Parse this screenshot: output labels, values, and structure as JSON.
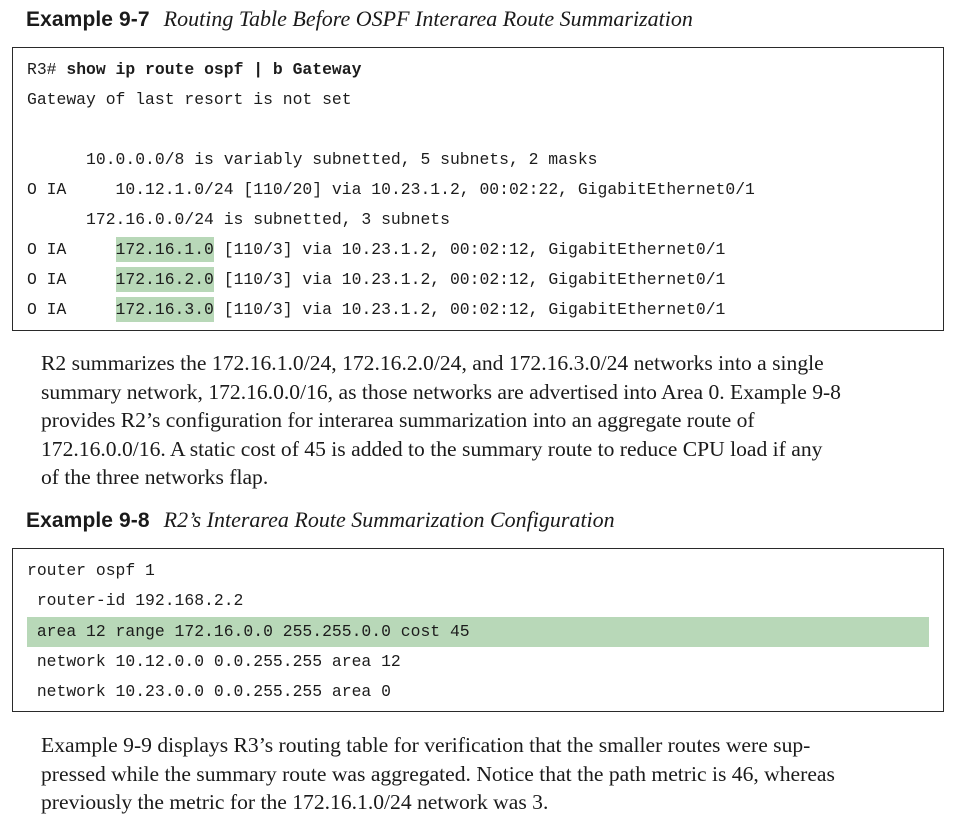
{
  "example_9_7": {
    "label": "Example 9-7",
    "caption": "Routing Table Before OSPF Interarea Route Summarization",
    "lines": {
      "prompt": "R3# ",
      "command": "show ip route ospf | b Gateway",
      "l1": "Gateway of last resort is not set",
      "l2": "",
      "l3": "      10.0.0.0/8 is variably subnetted, 5 subnets, 2 masks",
      "l4_prefix": "O IA     ",
      "l4_rest": "10.12.1.0/24 [110/20] via 10.23.1.2, 00:02:22, GigabitEthernet0/1",
      "l5": "      172.16.0.0/24 is subnetted, 3 subnets",
      "l6_prefix": "O IA     ",
      "l6_net": "172.16.1.0",
      "l6_rest": " [110/3] via 10.23.1.2, 00:02:12, GigabitEthernet0/1",
      "l7_prefix": "O IA     ",
      "l7_net": "172.16.2.0",
      "l7_rest": " [110/3] via 10.23.1.2, 00:02:12, GigabitEthernet0/1",
      "l8_prefix": "O IA     ",
      "l8_net": "172.16.3.0",
      "l8_rest": " [110/3] via 10.23.1.2, 00:02:12, GigabitEthernet0/1"
    }
  },
  "paragraph_1": {
    "line1": "R2 summarizes the 172.16.1.0/24, 172.16.2.0/24, and 172.16.3.0/24 networks into a single",
    "line2": "summary network, 172.16.0.0/16, as those networks are advertised into Area 0. Example 9-8",
    "line3": "provides R2’s configuration for interarea summarization into an aggregate route of",
    "line4": "172.16.0.0/16. A static cost of 45 is added to the summary route to reduce CPU load if any",
    "line5": "of the three networks flap."
  },
  "example_9_8": {
    "label": "Example 9-8",
    "caption": "R2’s Interarea Route Summarization Configuration",
    "lines": {
      "l1": "router ospf 1",
      "l2": " router-id 192.168.2.2",
      "l3": " area 12 range 172.16.0.0 255.255.0.0 cost 45",
      "l4": " network 10.12.0.0 0.0.255.255 area 12",
      "l5": " network 10.23.0.0 0.0.255.255 area 0"
    }
  },
  "paragraph_2": {
    "line1": "Example 9-9 displays R3’s routing table for verification that the smaller routes were sup-",
    "line2": "pressed while the summary route was aggregated. Notice that the path metric is 46, whereas",
    "line3": "previously the metric for the 172.16.1.0/24 network was 3."
  },
  "colors": {
    "highlight": "#b8d8b8",
    "border": "#2a2a2a",
    "text": "#1a1a1a"
  }
}
